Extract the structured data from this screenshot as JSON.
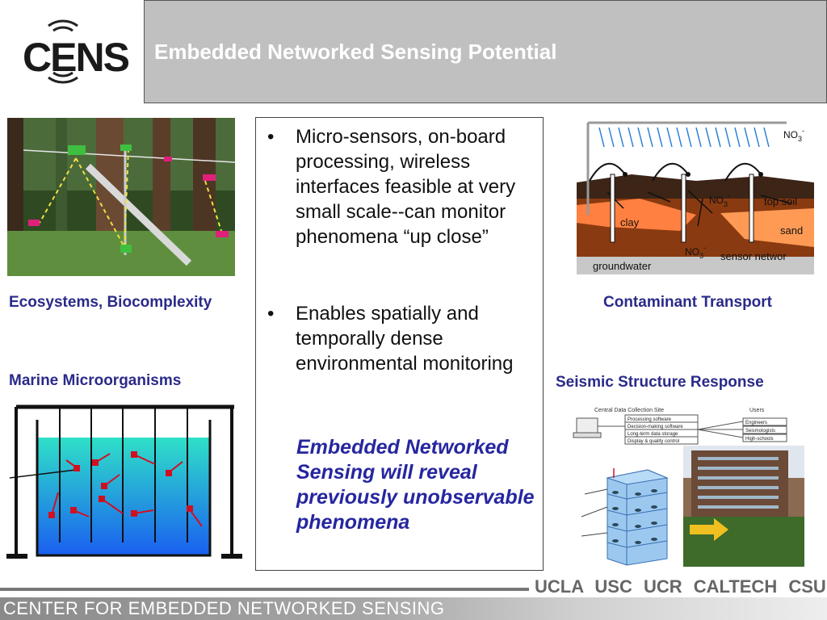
{
  "header": {
    "logo_text": "CENS",
    "title": "Embedded Networked Sensing Potential"
  },
  "captions": {
    "ecosystems": "Ecosystems, Biocomplexity",
    "marine": "Marine Microorganisms",
    "contaminant": "Contaminant Transport",
    "seismic": "Seismic Structure Response"
  },
  "bullets": [
    "Micro-sensors, on-board processing, wireless interfaces feasible at very small scale--can monitor phenomena “up close”",
    "Enables spatially and temporally dense environmental monitoring"
  ],
  "bullet_symbol": "•",
  "emphasis": "Embedded Networked Sensing will reveal previously unobservable phenomena",
  "contaminant_diagram": {
    "no3": "NO",
    "no3_sub": "3",
    "no3_sup": "-",
    "top_soil": "top soil",
    "clay": "clay",
    "sand": "sand",
    "groundwater": "groundwater",
    "sensor_network": "sensor networ"
  },
  "seismic_diagram": {
    "central_site": "Central Data Collection Site",
    "users": "Users",
    "boxes": [
      "Processing software",
      "Decision-making software",
      "Long-term data storage",
      "Display & quality control"
    ],
    "user_list": [
      "Engineers",
      "Seismologists",
      "High-schools"
    ]
  },
  "footer": {
    "universities": "UCLA USC UCR CALTECH CSU",
    "center": "CENTER FOR EMBEDDED NETWORKED SENSING"
  },
  "colors": {
    "caption": "#2a2a8a",
    "emphasis": "#2626a0",
    "title_bar": "#c0c0c0"
  }
}
